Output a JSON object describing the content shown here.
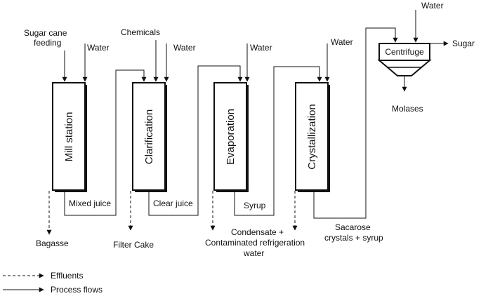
{
  "stages": {
    "mill": "Mill station",
    "clarification": "Clarification",
    "evaporation": "Evaporation",
    "crystallization": "Crystallization",
    "centrifuge": "Centrifuge"
  },
  "inputs": {
    "sugar_cane_line1": "Sugar cane",
    "sugar_cane_line2": "feeding",
    "water": "Water",
    "chemicals": "Chemicals"
  },
  "flows": {
    "mixed_juice": "Mixed juice",
    "clear_juice": "Clear juice",
    "syrup": "Syrup",
    "sacarose_line1": "Sacarose",
    "sacarose_line2": "crystals + syrup"
  },
  "outputs": {
    "sugar": "Sugar",
    "molases": "Molases",
    "bagasse": "Bagasse",
    "filter_cake": "Filter Cake",
    "condensate_line1": "Condensate +",
    "condensate_line2": "Contaminated refrigeration",
    "condensate_line3": "water"
  },
  "legend": {
    "effluents": "Effluents",
    "process_flows": "Process flows"
  }
}
